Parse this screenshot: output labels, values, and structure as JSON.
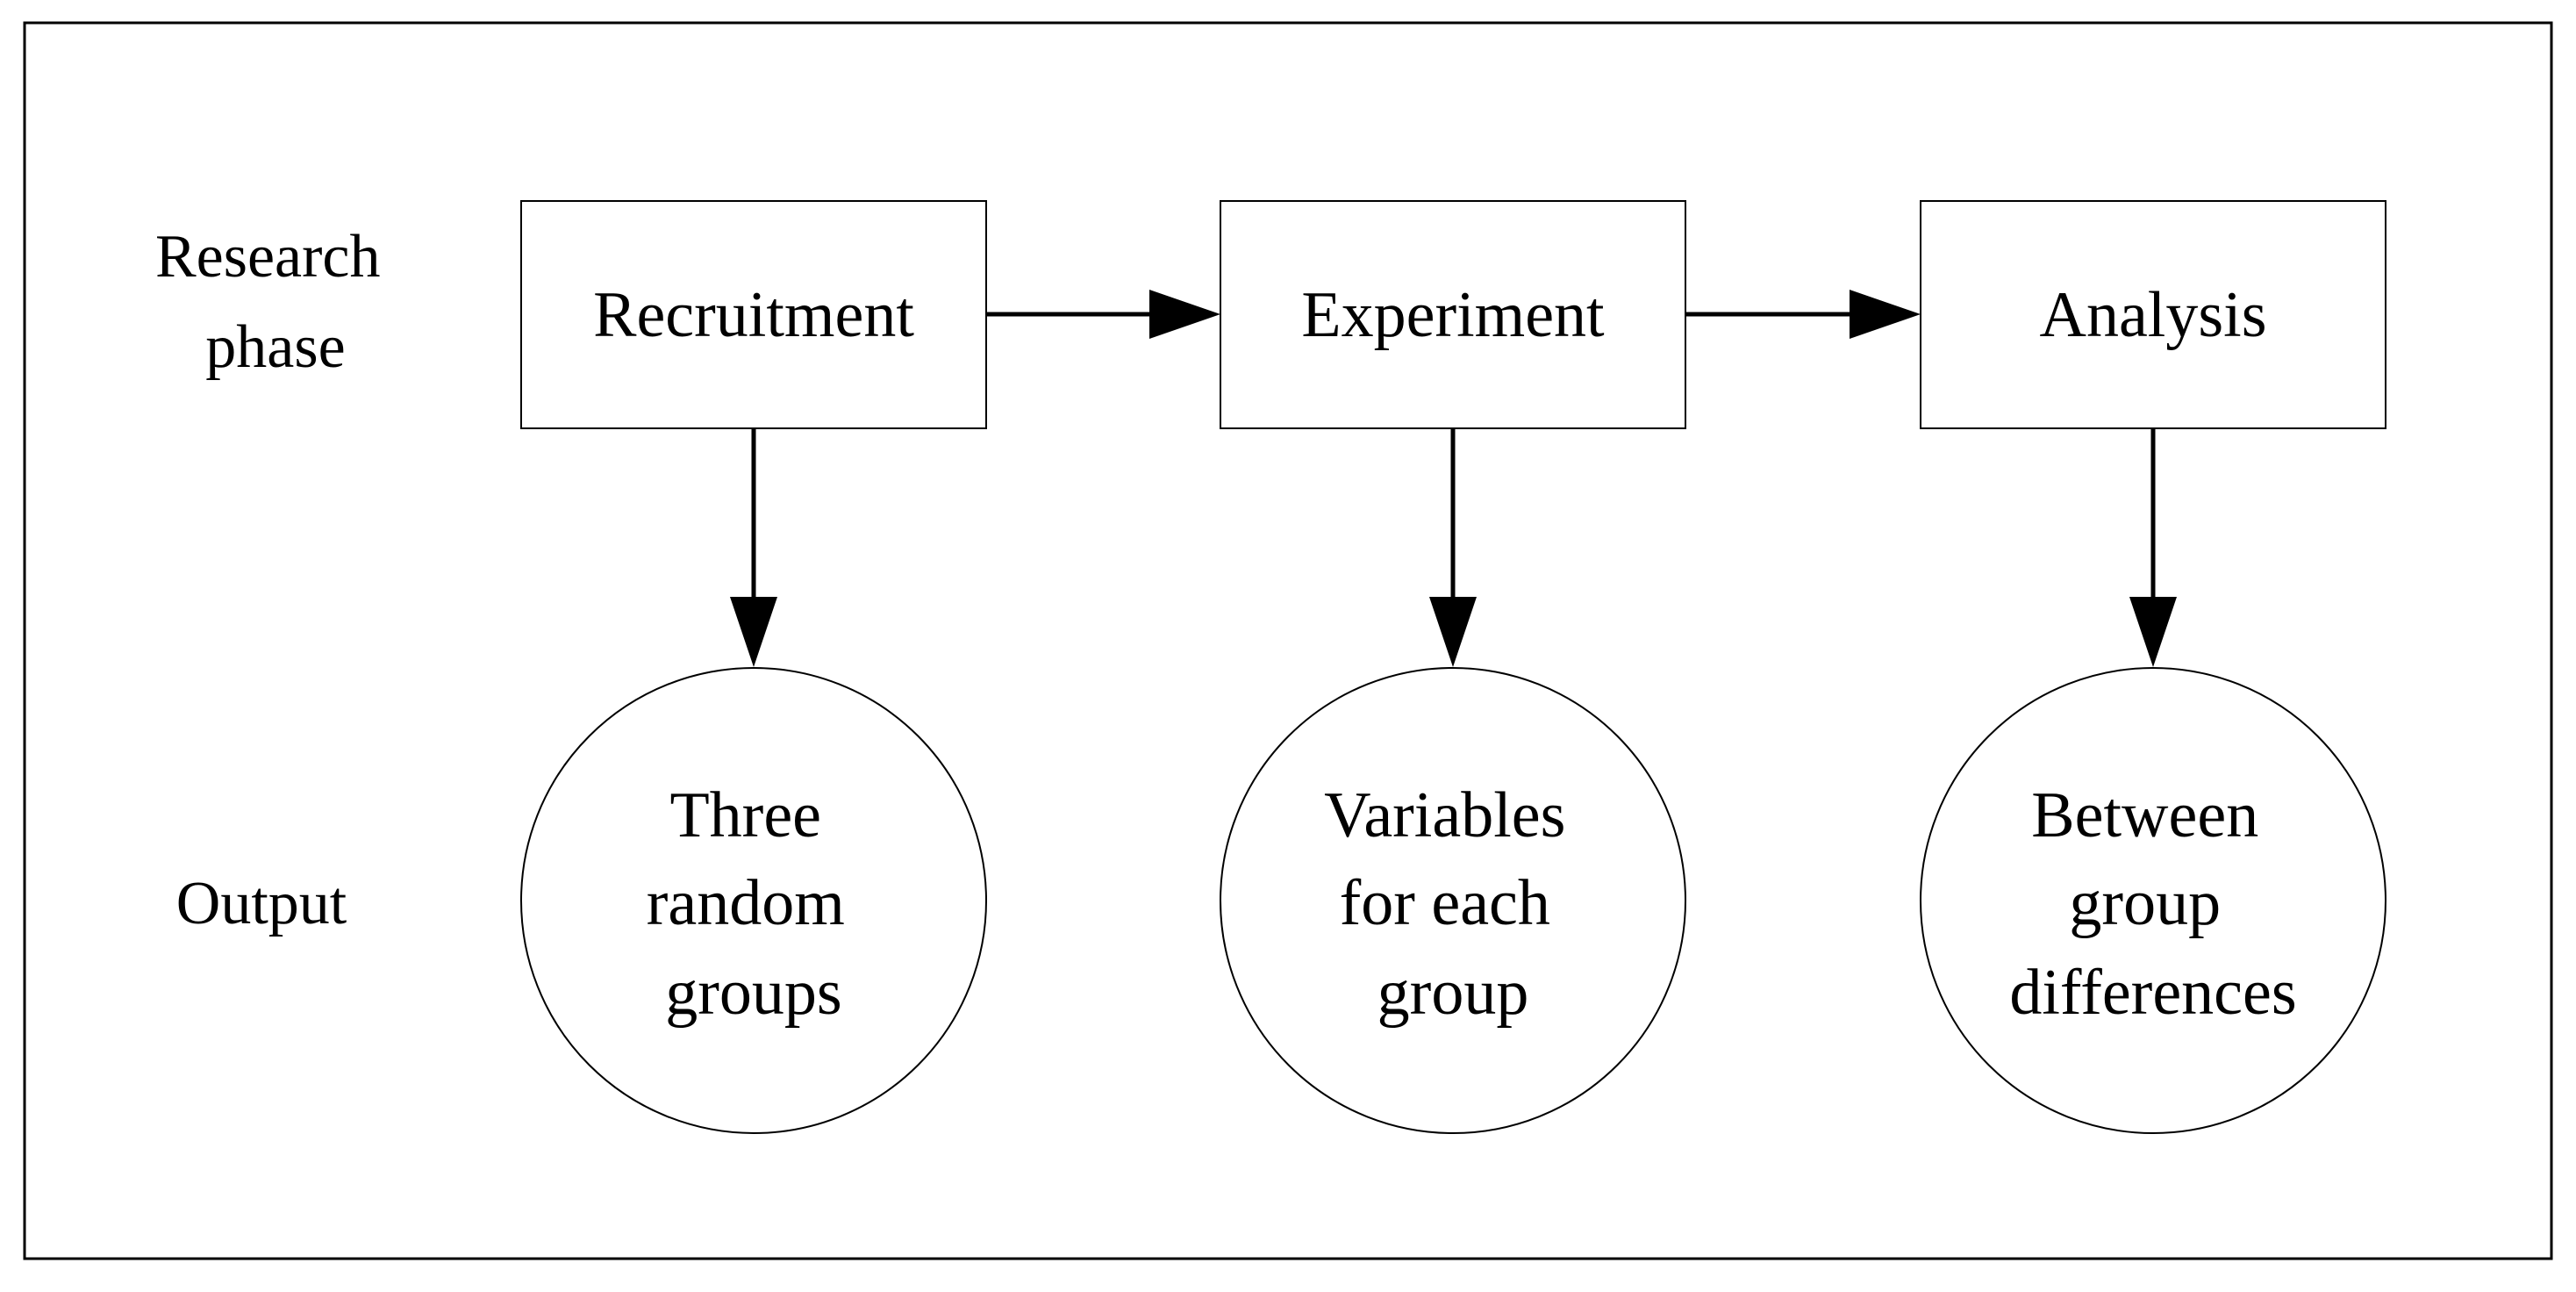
{
  "row_labels": {
    "research_phase": [
      "Research",
      "phase"
    ],
    "output": [
      "Output"
    ]
  },
  "phases": [
    {
      "id": "recruitment",
      "label": "Recruitment"
    },
    {
      "id": "experiment",
      "label": "Experiment"
    },
    {
      "id": "analysis",
      "label": "Analysis"
    }
  ],
  "outputs": [
    {
      "id": "three-random-groups",
      "lines": [
        "Three",
        "random",
        "groups"
      ]
    },
    {
      "id": "variables-for-each-group",
      "lines": [
        "Variables",
        "for each",
        "group"
      ]
    },
    {
      "id": "between-group-differences",
      "lines": [
        "Between",
        "group",
        "differences"
      ]
    }
  ]
}
